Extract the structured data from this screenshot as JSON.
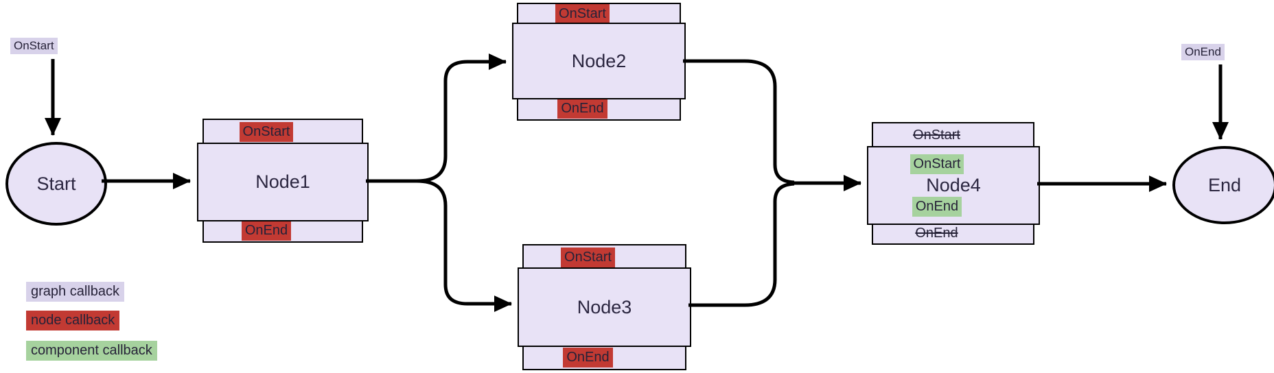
{
  "diagram": {
    "graph_callbacks": {
      "start_label": "OnStart",
      "end_label": "OnEnd"
    },
    "terminals": {
      "start": "Start",
      "end": "End"
    },
    "nodes": [
      {
        "title": "Node1",
        "top_label": "OnStart",
        "bottom_label": "OnEnd"
      },
      {
        "title": "Node2",
        "top_label": "OnStart",
        "bottom_label": "OnEnd"
      },
      {
        "title": "Node3",
        "top_label": "OnStart",
        "bottom_label": "OnEnd"
      },
      {
        "title": "Node4",
        "top_label": "OnStart",
        "bottom_label": "OnEnd",
        "inner_top_label": "OnStart",
        "inner_bottom_label": "OnEnd"
      }
    ],
    "legend": {
      "graph": "graph callback",
      "node": "node callback",
      "component": "component callback"
    },
    "colors": {
      "graph_callback_bg": "#d8d2ea",
      "node_callback_bg": "#c23a33",
      "component_callback_bg": "#a6d29e",
      "node_fill": "#e8e2f6",
      "border": "#000000",
      "text": "#262238"
    }
  }
}
